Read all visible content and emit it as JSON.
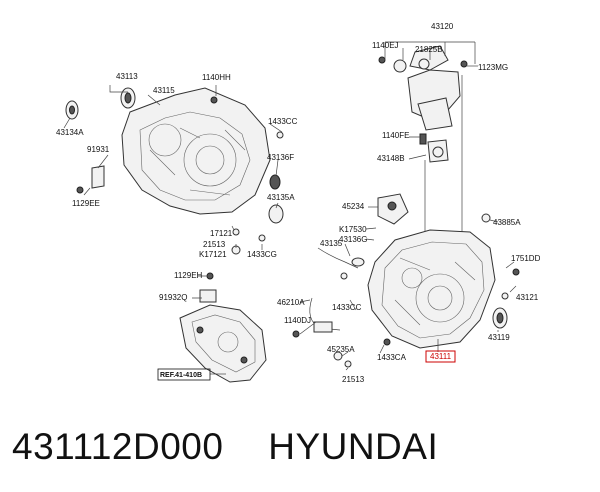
{
  "labels": {
    "l43120": "43120",
    "l1140EJ": "1140EJ",
    "l21825B": "21825B",
    "l1123MG": "1123MG",
    "l43113": "43113",
    "l1140HH": "1140HH",
    "l43115": "43115",
    "l43134A": "43134A",
    "l1433CC_a": "1433CC",
    "l91931": "91931",
    "l43136F": "43136F",
    "l1140FE": "1140FE",
    "l43148B": "43148B",
    "l1129EE": "1129EE",
    "l43135A": "43135A",
    "l45234": "45234",
    "l43885A": "43885A",
    "l17121": "17121",
    "l21513_a": "21513",
    "lK17121": "K17121",
    "l1433CG": "1433CG",
    "lK17530": "K17530",
    "l43136G": "43136G",
    "l43135": "43135",
    "l1751DD": "1751DD",
    "l1129EH": "1129EH",
    "l43121": "43121",
    "l91932Q": "91932Q",
    "l46210A": "46210A",
    "l1433CC_b": "1433CC",
    "l1140DJ": "1140DJ",
    "l43119": "43119",
    "l45235A": "45235A",
    "l1433CA": "1433CA",
    "l43111": "43111",
    "lRef": "REF.41-410B",
    "l21513_b": "21513"
  },
  "caption": {
    "part_number": "431112D000",
    "brand": "HYUNDAI"
  },
  "colors": {
    "highlight": "#cc0000",
    "line": "#444444"
  }
}
